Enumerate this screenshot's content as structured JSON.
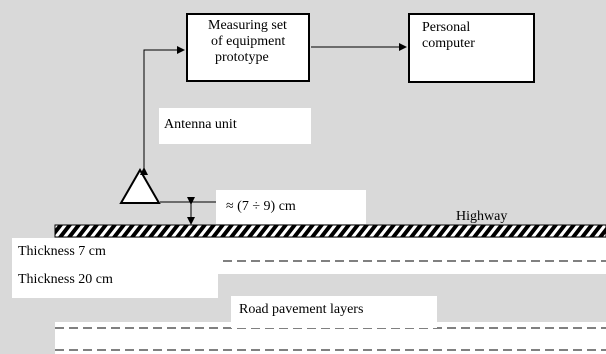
{
  "boxes": {
    "measuring": {
      "line1": "Measuring set",
      "line2": "of  equipment",
      "line3": "prototype"
    },
    "computer": {
      "line1": "Personal",
      "line2": "computer"
    }
  },
  "labels": {
    "antenna": "Antenna unit",
    "distance": "≈ (7 ÷ 9) cm",
    "highway": "Highway",
    "thickness1": "Thickness 7 cm",
    "thickness2": "Thickness 20 cm",
    "layers": "Road pavement layers"
  },
  "colors": {
    "background": "#d9d9d9",
    "box_fill": "#ffffff",
    "line": "#000000"
  }
}
